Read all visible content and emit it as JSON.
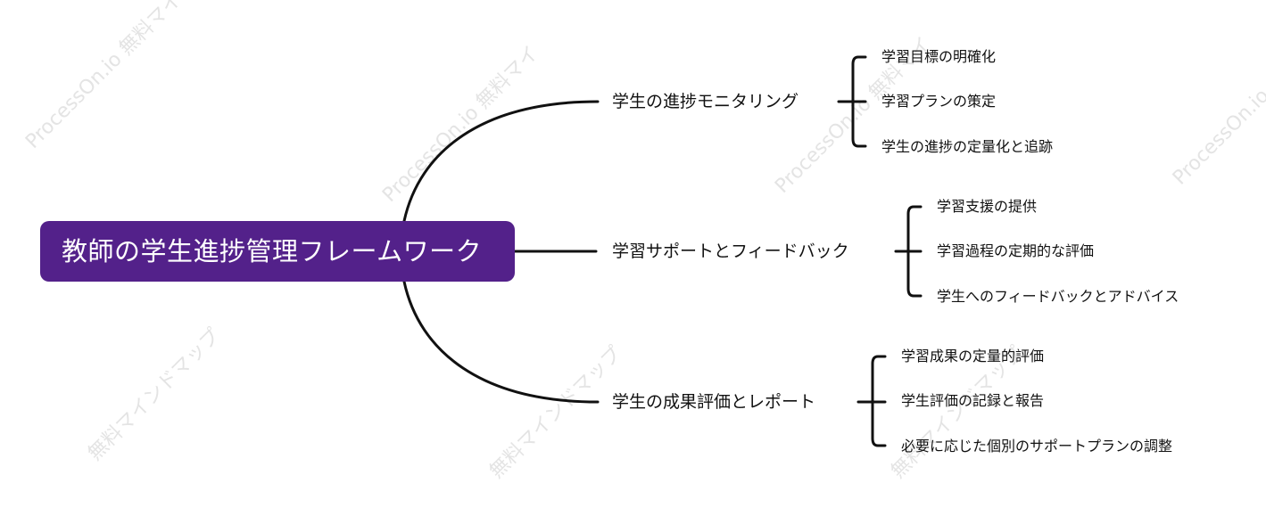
{
  "watermark": {
    "site": "ProcessOn.io",
    "tag_a": "無料マイ",
    "tag_b": "ンドマップ"
  },
  "mindmap": {
    "root": {
      "label": "教師の学生進捗管理フレームワーク"
    },
    "branches": [
      {
        "label": "学生の進捗モニタリング",
        "leaves": [
          "学習目標の明確化",
          "学習プランの策定",
          "学生の進捗の定量化と追跡"
        ]
      },
      {
        "label": "学習サポートとフィードバック",
        "leaves": [
          "学習支援の提供",
          "学習過程の定期的な評価",
          "学生へのフィードバックとアドバイス"
        ]
      },
      {
        "label": "学生の成果評価とレポート",
        "leaves": [
          "学習成果の定量的評価",
          "学生評価の記録と報告",
          "必要に応じた個別のサポートプランの調整"
        ]
      }
    ]
  },
  "colors": {
    "root_fill": "#53218a",
    "root_text": "#ffffff",
    "line": "#111111",
    "watermark": "#e4e4e4"
  }
}
